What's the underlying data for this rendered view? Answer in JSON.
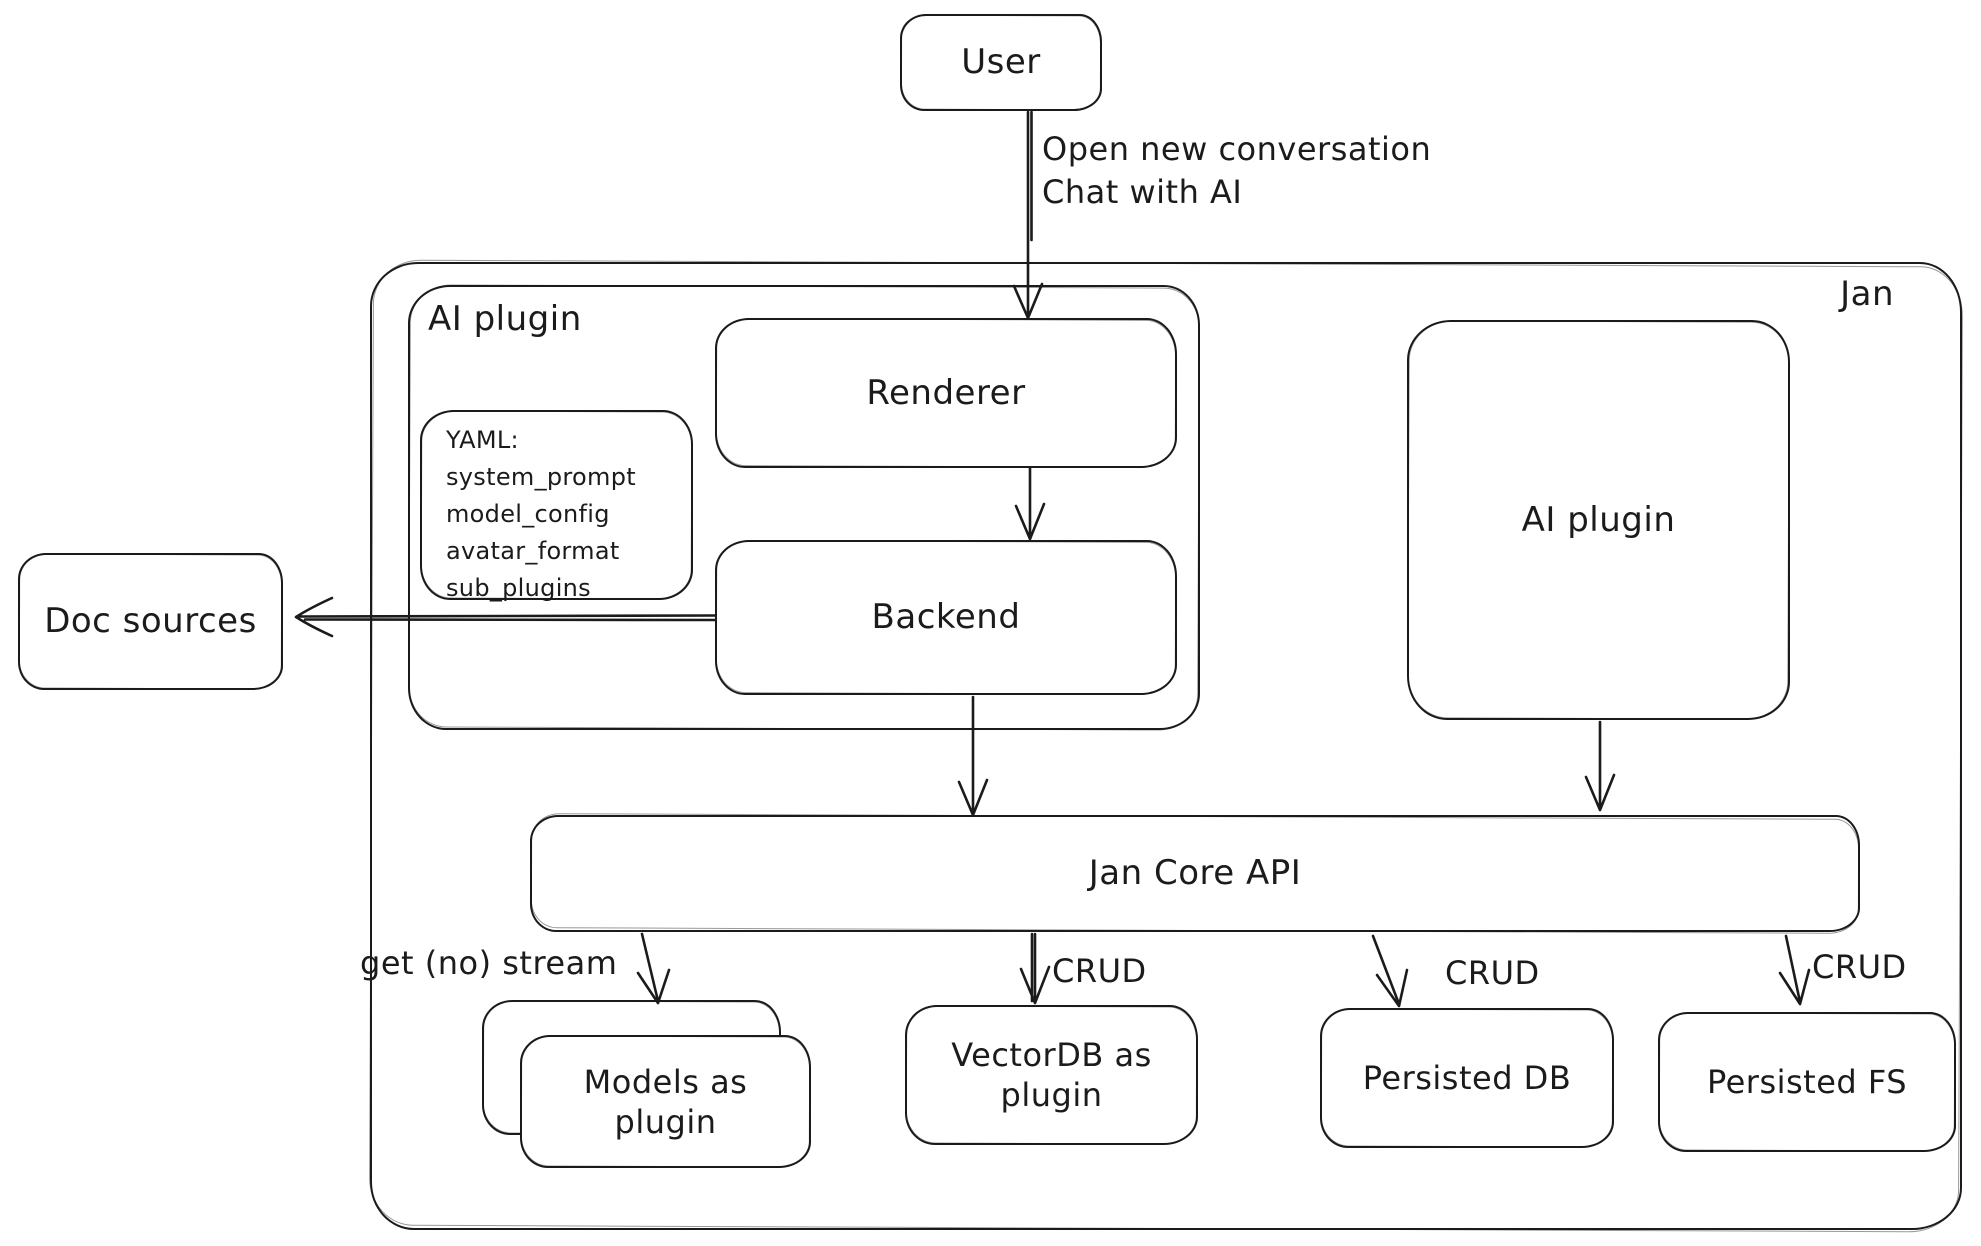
{
  "diagram": {
    "colors": {
      "stroke": "#1b1b1b",
      "background": "#ffffff"
    },
    "nodes": {
      "user": {
        "label": "User"
      },
      "jan": {
        "label": "Jan"
      },
      "ai_plugin_container": {
        "label": "AI plugin"
      },
      "renderer": {
        "label": "Renderer"
      },
      "backend": {
        "label": "Backend"
      },
      "yaml_note": {
        "title": "YAML:",
        "lines": [
          "system_prompt",
          "model_config",
          "avatar_format",
          "sub_plugins"
        ]
      },
      "doc_sources": {
        "label": "Doc sources"
      },
      "ai_plugin_right": {
        "label": "AI plugin"
      },
      "jan_core_api": {
        "label": "Jan Core API"
      },
      "models_plugin": {
        "label": "Models as plugin"
      },
      "vectordb": {
        "label": "VectorDB as plugin"
      },
      "persisted_db": {
        "label": "Persisted DB"
      },
      "persisted_fs": {
        "label": "Persisted FS"
      }
    },
    "edges": {
      "user_to_renderer": {
        "label_line1": "Open new conversation",
        "label_line2": "Chat with AI"
      },
      "core_to_models": {
        "label": "get (no) stream"
      },
      "core_to_vectordb": {
        "label": "CRUD"
      },
      "core_to_persisted_db": {
        "label": "CRUD"
      },
      "core_to_persisted_fs": {
        "label": "CRUD"
      }
    }
  }
}
